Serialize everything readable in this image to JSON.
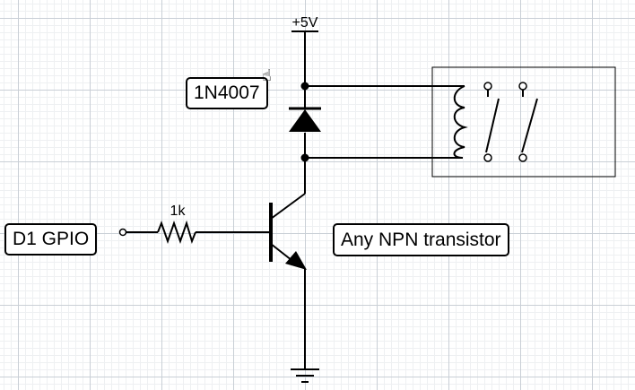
{
  "canvas": {
    "grid": true
  },
  "labels": {
    "supply": "+5V",
    "diode": "1N4007",
    "resistor_value": "1k",
    "gpio": "D1 GPIO",
    "transistor": "Any NPN transistor"
  },
  "colors": {
    "stroke": "#000000",
    "background": "#ffffff",
    "grid_major": "#c9cfd6",
    "grid_minor": "#eef0f2"
  },
  "icons": {
    "cursor": "hand-pointer-icon"
  }
}
